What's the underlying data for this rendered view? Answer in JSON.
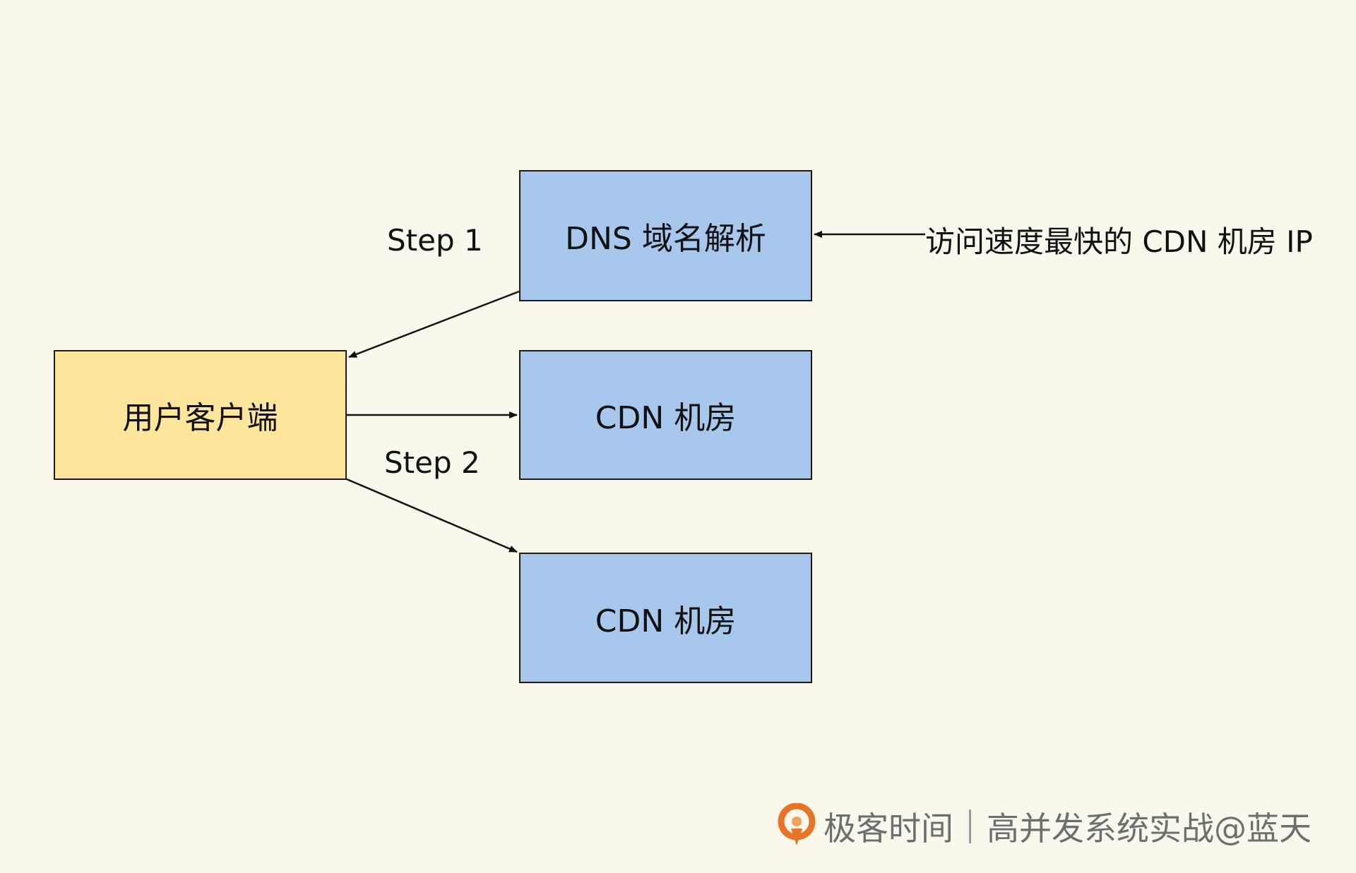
{
  "nodes": {
    "dns": "DNS 域名解析",
    "client": "用户客户端",
    "cdn_room_1": "CDN 机房",
    "cdn_room_2": "CDN 机房"
  },
  "labels": {
    "step1": "Step 1",
    "step2": "Step 2",
    "fastest_ip": "访问速度最快的 CDN 机房 IP"
  },
  "footer": {
    "brand": "极客时间",
    "course": "高并发系统实战@蓝天"
  },
  "colors": {
    "background": "#faf8ed",
    "box_blue": "#a7c7ec",
    "box_yellow": "#fde59c",
    "logo_orange": "#e8742a"
  }
}
